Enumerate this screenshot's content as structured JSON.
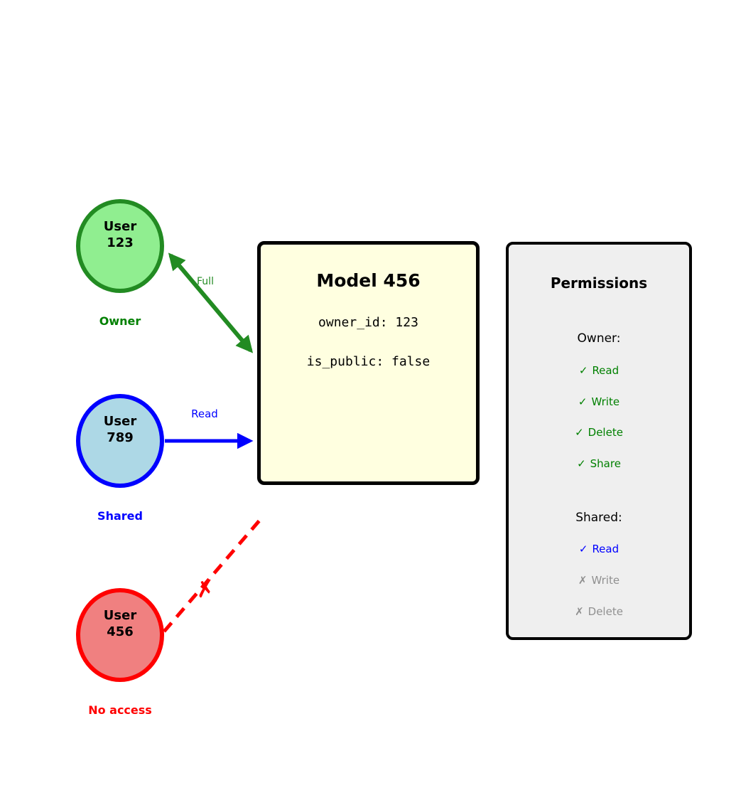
{
  "colors": {
    "owner_fill": "#90EE90",
    "owner_border": "#228B22",
    "owner_text": "#008000",
    "shared_fill": "#ADD8E6",
    "shared_accent": "#0000FF",
    "denied_fill": "#F08080",
    "denied_accent": "#FF0000",
    "disabled_text": "#909090",
    "model_fill": "#FFFFE0",
    "panel_fill": "#EFEFEF",
    "outline": "#000000"
  },
  "users": [
    {
      "label": "User\n123",
      "role": "Owner"
    },
    {
      "label": "User\n789",
      "role": "Shared"
    },
    {
      "label": "User\n456",
      "role": "No access"
    }
  ],
  "model": {
    "title": "Model 456",
    "field_owner": "owner_id: 123",
    "field_public": "is_public: false"
  },
  "edges": {
    "owner_arrow_label": "Full",
    "shared_arrow_label": "Read",
    "denied_mark": "✗"
  },
  "permissions": {
    "title": "Permissions",
    "owner_heading": "Owner:",
    "owner_items": [
      {
        "mark": "✓",
        "label": "Read"
      },
      {
        "mark": "✓",
        "label": "Write"
      },
      {
        "mark": "✓",
        "label": "Delete"
      },
      {
        "mark": "✓",
        "label": "Share"
      }
    ],
    "shared_heading": "Shared:",
    "shared_items": [
      {
        "mark": "✓",
        "label": "Read"
      },
      {
        "mark": "✗",
        "label": "Write"
      },
      {
        "mark": "✗",
        "label": "Delete"
      }
    ]
  }
}
